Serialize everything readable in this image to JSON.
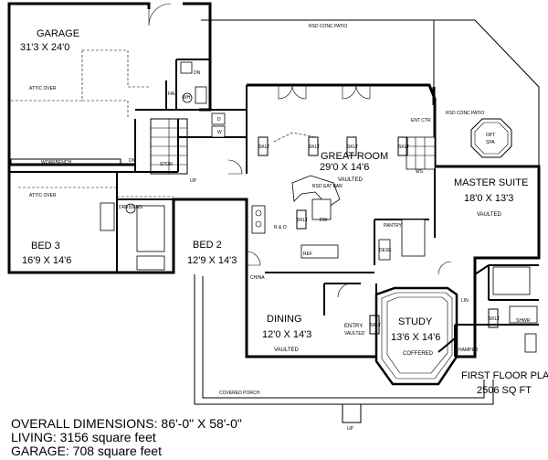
{
  "plan_title": "FIRST FLOOR PLAN",
  "plan_area": "2506 SQ FT",
  "summary": {
    "overall": "OVERALL DIMENSIONS: 86'-0\" X 58'-0\"",
    "living": "LIVING: 3156 square feet",
    "garage": "GARAGE: 708 square feet"
  },
  "rooms": {
    "garage": {
      "name": "GARAGE",
      "dims": "31'3 X 24'0"
    },
    "great_room": {
      "name": "GREAT ROOM",
      "dims": "29'0 X 14'6",
      "note": "VAULTED"
    },
    "master_suite": {
      "name": "MASTER SUITE",
      "dims": "18'0 X 13'3",
      "note": "VAULTED"
    },
    "bed3": {
      "name": "BED 3",
      "dims": "16'9 X 14'6"
    },
    "bed2": {
      "name": "BED 2",
      "dims": "12'9 X 14'3"
    },
    "dining": {
      "name": "DINING",
      "dims": "12'0 X 14'3",
      "note": "VAULTED"
    },
    "study": {
      "name": "STUDY",
      "dims": "13'6 X 14'6",
      "note": "COFFERED"
    },
    "entry": {
      "name": "ENTRY",
      "note": "VAULTED"
    }
  },
  "labels": {
    "rsd_patio_top": "RSD CONC PATIO",
    "rsd_patio_right": "RSD CONC PATIO",
    "opt_spa_1": "OPT",
    "opt_spa_2": "SPA",
    "attic_over_garage": "ATTIC OVER",
    "attic_over_bed": "ATTIC OVER",
    "workbench": "WORKBENCH",
    "dn_stair": "DN",
    "dn_top": "DN",
    "stor": "STOR",
    "up_stair": "UP",
    "up_porch": "UP",
    "fau": "FAU",
    "wh": "WH",
    "pantry": "PANTRY",
    "desk": "DESK",
    "china": "CHINA",
    "ref": "REF",
    "dw": "DW",
    "rsd_eat_bar": "RSD EAT BAR",
    "r_and_o": "R & O",
    "ent_ctr": "ENT CTR",
    "ws": "WS",
    "lin": "LIN",
    "shwr": "SHWR",
    "hamper": "HAMPER",
    "dressing": "DRESSING",
    "covered_porch": "COVERED PORCH",
    "d": "D",
    "w": "W",
    "sklt_1": "SKLT",
    "sklt_2": "SKLT",
    "sklt_3": "SKLT",
    "sklt_4": "SKLT",
    "sklt_5": "SKLT",
    "sklt_6": "SKLT",
    "sklt_7": "SKLT"
  }
}
